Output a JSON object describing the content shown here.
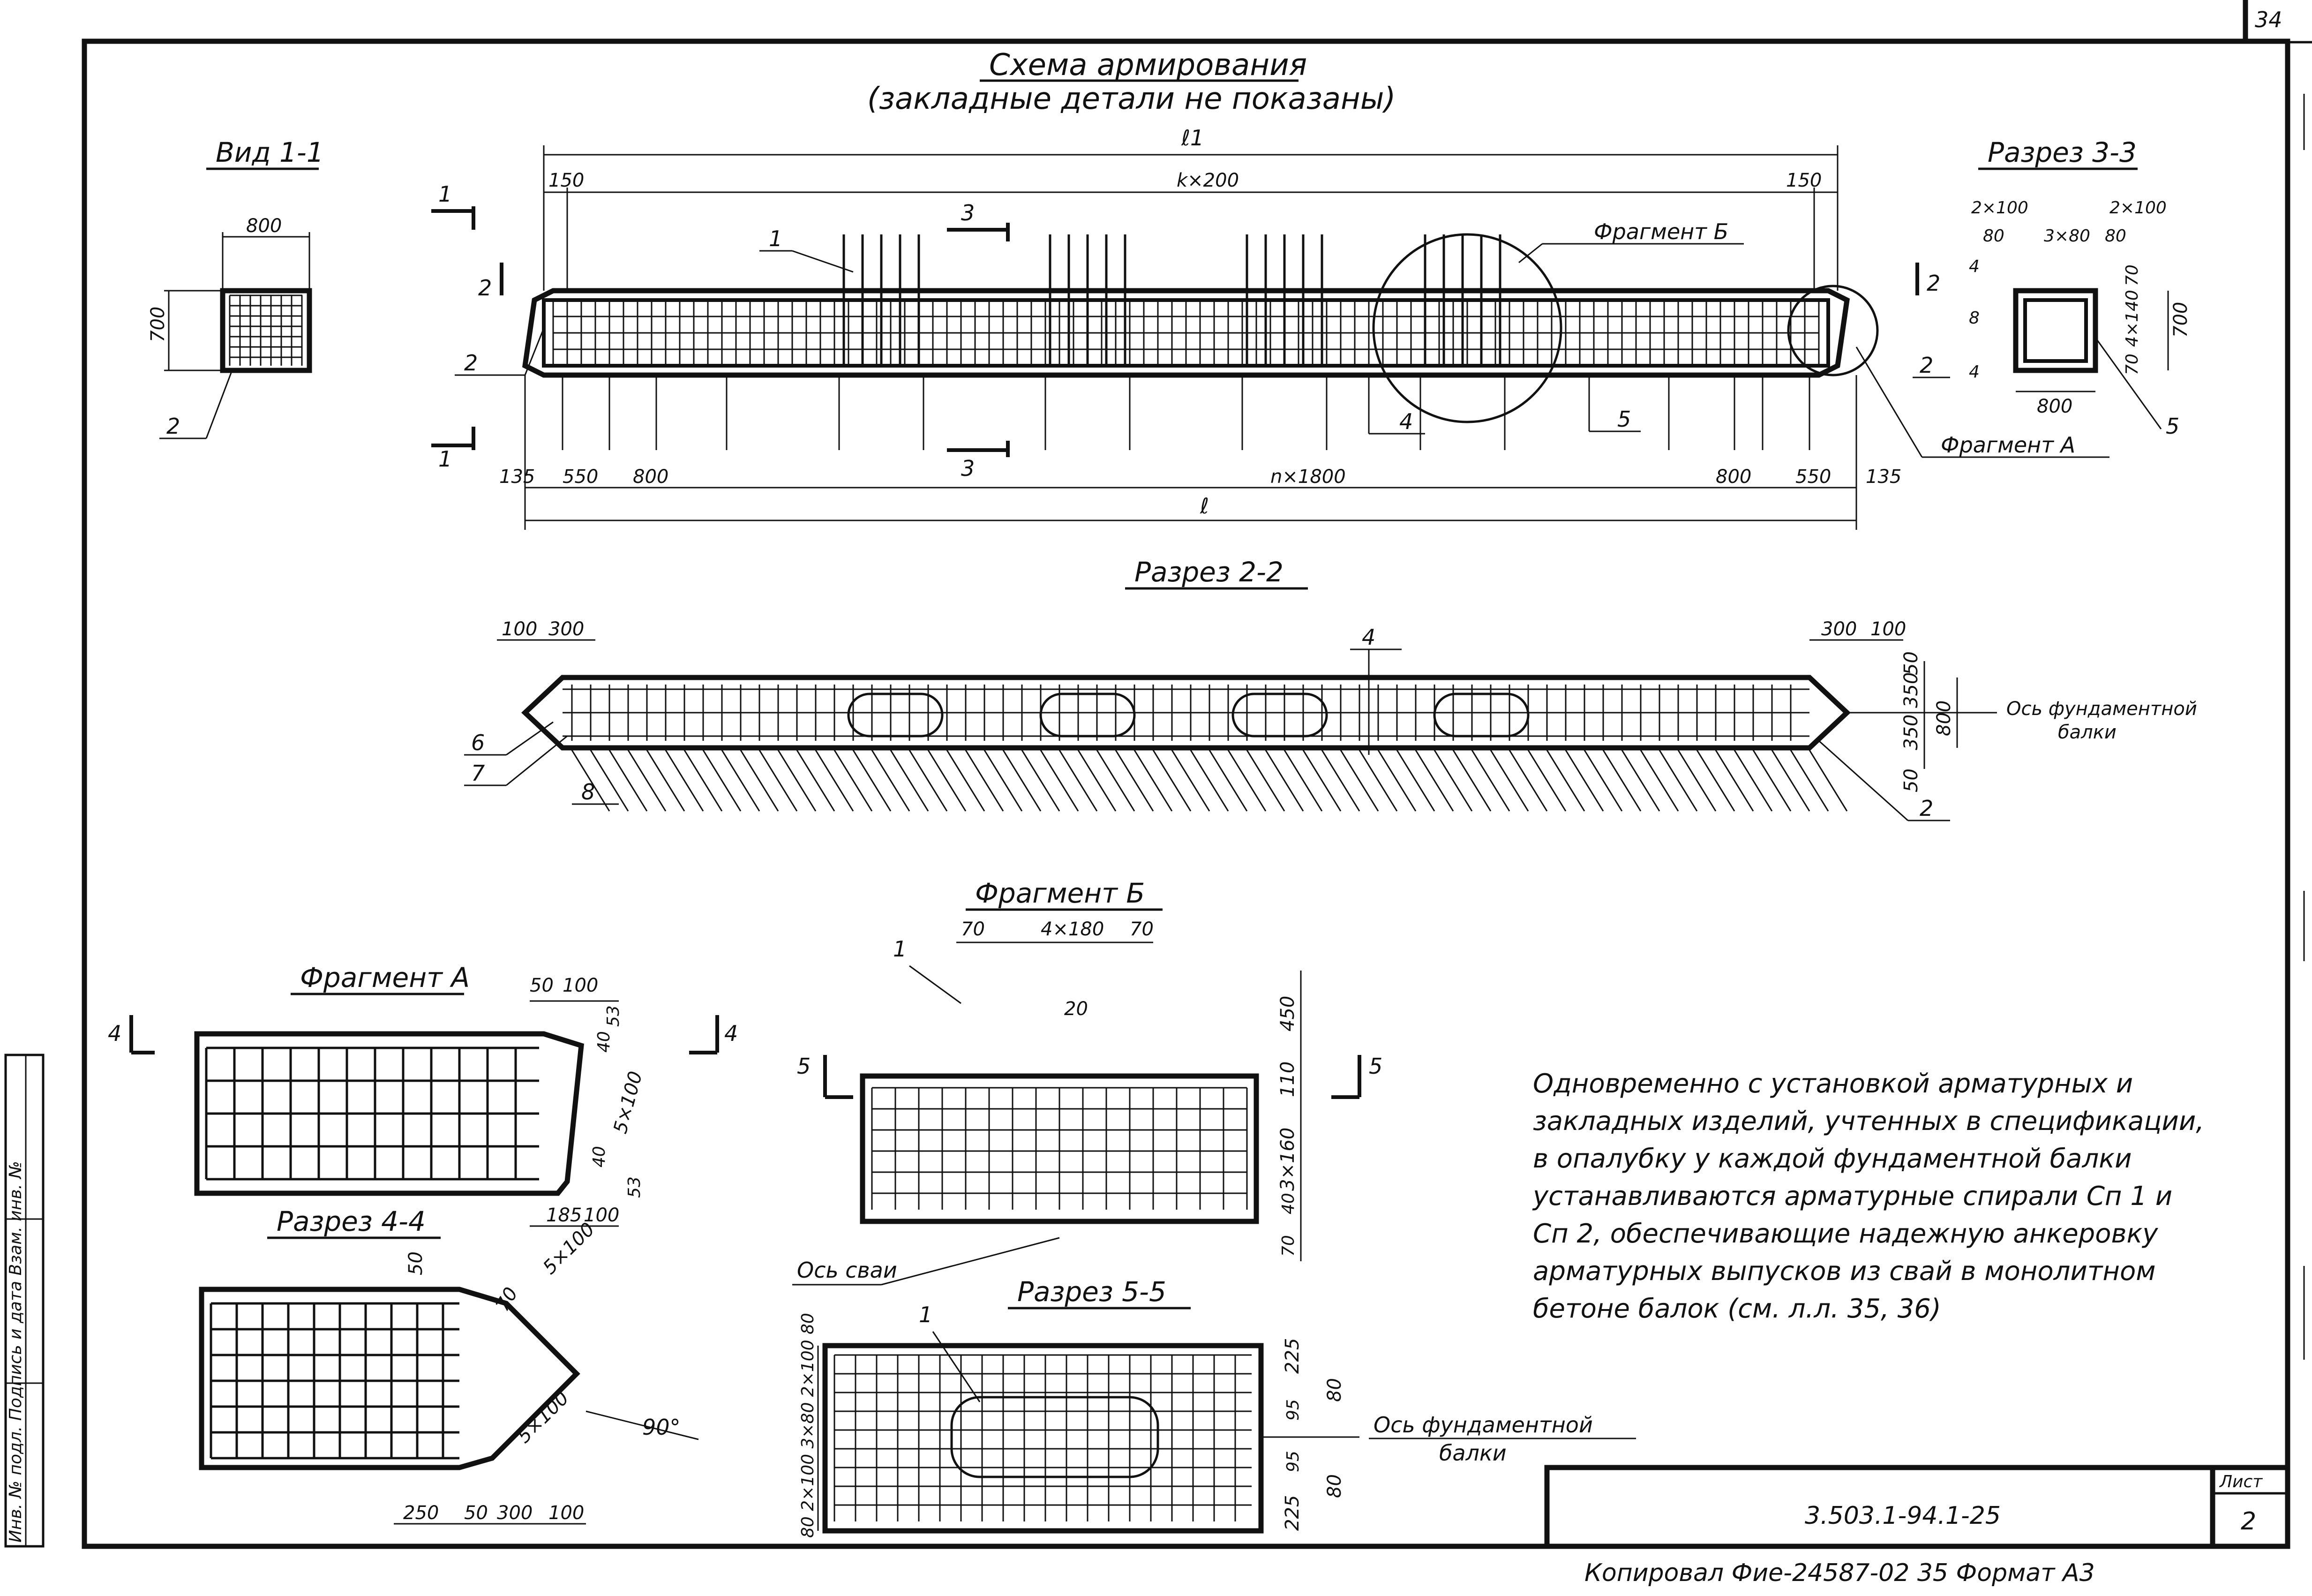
{
  "sheet": {
    "page_corner": "34",
    "sheet_label": "Лист",
    "sheet_number": "2",
    "doc_code": "3.503.1-94.1-25",
    "copy_line": "Копировал Фие-24587-02 35 Формат А3",
    "side_stamp": "Инв. № подл.  Подпись и дата  Взам. инв. №"
  },
  "scheme": {
    "title_line1": "Схема армирования",
    "title_line2": "(закладные детали не показаны)",
    "dims": {
      "l1": "ℓ1",
      "l": "ℓ",
      "d150a": "150",
      "k200": "k×200",
      "d150b": "150",
      "d135a": "135",
      "d550a": "550",
      "d800a": "800",
      "n1800": "n×1800",
      "d800b": "800",
      "d550b": "550",
      "d135b": "135"
    },
    "marks": {
      "m1": "1",
      "m2a": "2",
      "m2b": "2",
      "m4": "4",
      "m5": "5",
      "cut1a": "1",
      "cut1b": "1",
      "cut2a": "2",
      "cut2b": "2",
      "cut3a": "3",
      "cut3b": "3"
    },
    "fragment_b_label": "Фрагмент Б",
    "fragment_a_label": "Фрагмент А"
  },
  "view11": {
    "title": "Вид 1-1",
    "width": "800",
    "height": "700",
    "mark": "2"
  },
  "section33": {
    "title": "Разрез 3-3",
    "dims": {
      "a": "2×100",
      "b": "2×100",
      "c": "80",
      "d": "3×80",
      "e": "80",
      "h1": "4",
      "h2": "8",
      "h3": "4",
      "v70a": "70",
      "v4x140": "4×140",
      "v70b": "70",
      "v700": "700",
      "w800": "800"
    },
    "mark": "5"
  },
  "section22": {
    "title": "Разрез 2-2",
    "dims": {
      "l100": "100",
      "l300": "300",
      "r300": "300",
      "r100": "100",
      "r50a": "50",
      "r350a": "350",
      "r350b": "350",
      "r50b": "50",
      "h800": "800"
    },
    "marks": {
      "m4": "4",
      "m6": "6",
      "m7": "7",
      "m8": "8",
      "m2": "2"
    },
    "axis_line1": "Ось фундаментной",
    "axis_line2": "балки"
  },
  "fragmentA": {
    "title": "Фрагмент А",
    "cut": "4",
    "dims": {
      "a50": "50",
      "a100": "100",
      "v53a": "53",
      "v40a": "40",
      "v5x100": "5×100",
      "v40b": "40",
      "v53b": "53",
      "b185": "185",
      "b100": "100"
    }
  },
  "section44": {
    "title": "Разрез 4-4",
    "dims": {
      "d50": "50",
      "d70": "70",
      "d5x100a": "5×100",
      "d5x100b": "5×100",
      "angle": "90°",
      "b250": "250",
      "b50": "50",
      "b300": "300",
      "b100": "100"
    }
  },
  "fragmentB": {
    "title": "Фрагмент Б",
    "cut": "5",
    "mark": "1",
    "dims": {
      "t70a": "70",
      "t4x180": "4×180",
      "t70b": "70",
      "d20": "20",
      "v450": "450",
      "v110": "110",
      "v3x160": "3×160",
      "v40": "40",
      "v70": "70"
    },
    "pile_axis": "Ось сваи"
  },
  "section55": {
    "title": "Разрез 5-5",
    "mark": "1",
    "left_dims": "80 2×100 3×80 2×100 80",
    "dims": {
      "r225a": "225",
      "r95a": "95",
      "r95b": "95",
      "r225b": "225",
      "v80a": "80",
      "v80b": "80"
    },
    "axis_line1": "Ось фундаментной",
    "axis_line2": "балки"
  },
  "note": {
    "lines": [
      "Одновременно с установкой арматурных и",
      "закладных изделий, учтенных в спецификации,",
      "в опалубку у каждой фундаментной балки",
      "устанавливаются арматурные спирали Сп 1 и",
      "Сп 2, обеспечивающие надежную анкеровку",
      "арматурных выпусков из свай в монолитном",
      "бетоне балок (см. л.л. 35, 36)"
    ]
  }
}
